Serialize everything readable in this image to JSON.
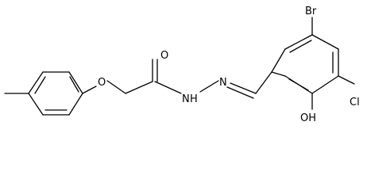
{
  "atoms": {
    "O_ether": "O",
    "O_carbonyl": "O",
    "NH": "N",
    "H_on_N": "H",
    "N_imine": "N",
    "Br": "Br",
    "Cl": "Cl",
    "OH": "OH"
  },
  "colors": {
    "bond": "#000000",
    "label": "#000000",
    "background": "#ffffff"
  }
}
